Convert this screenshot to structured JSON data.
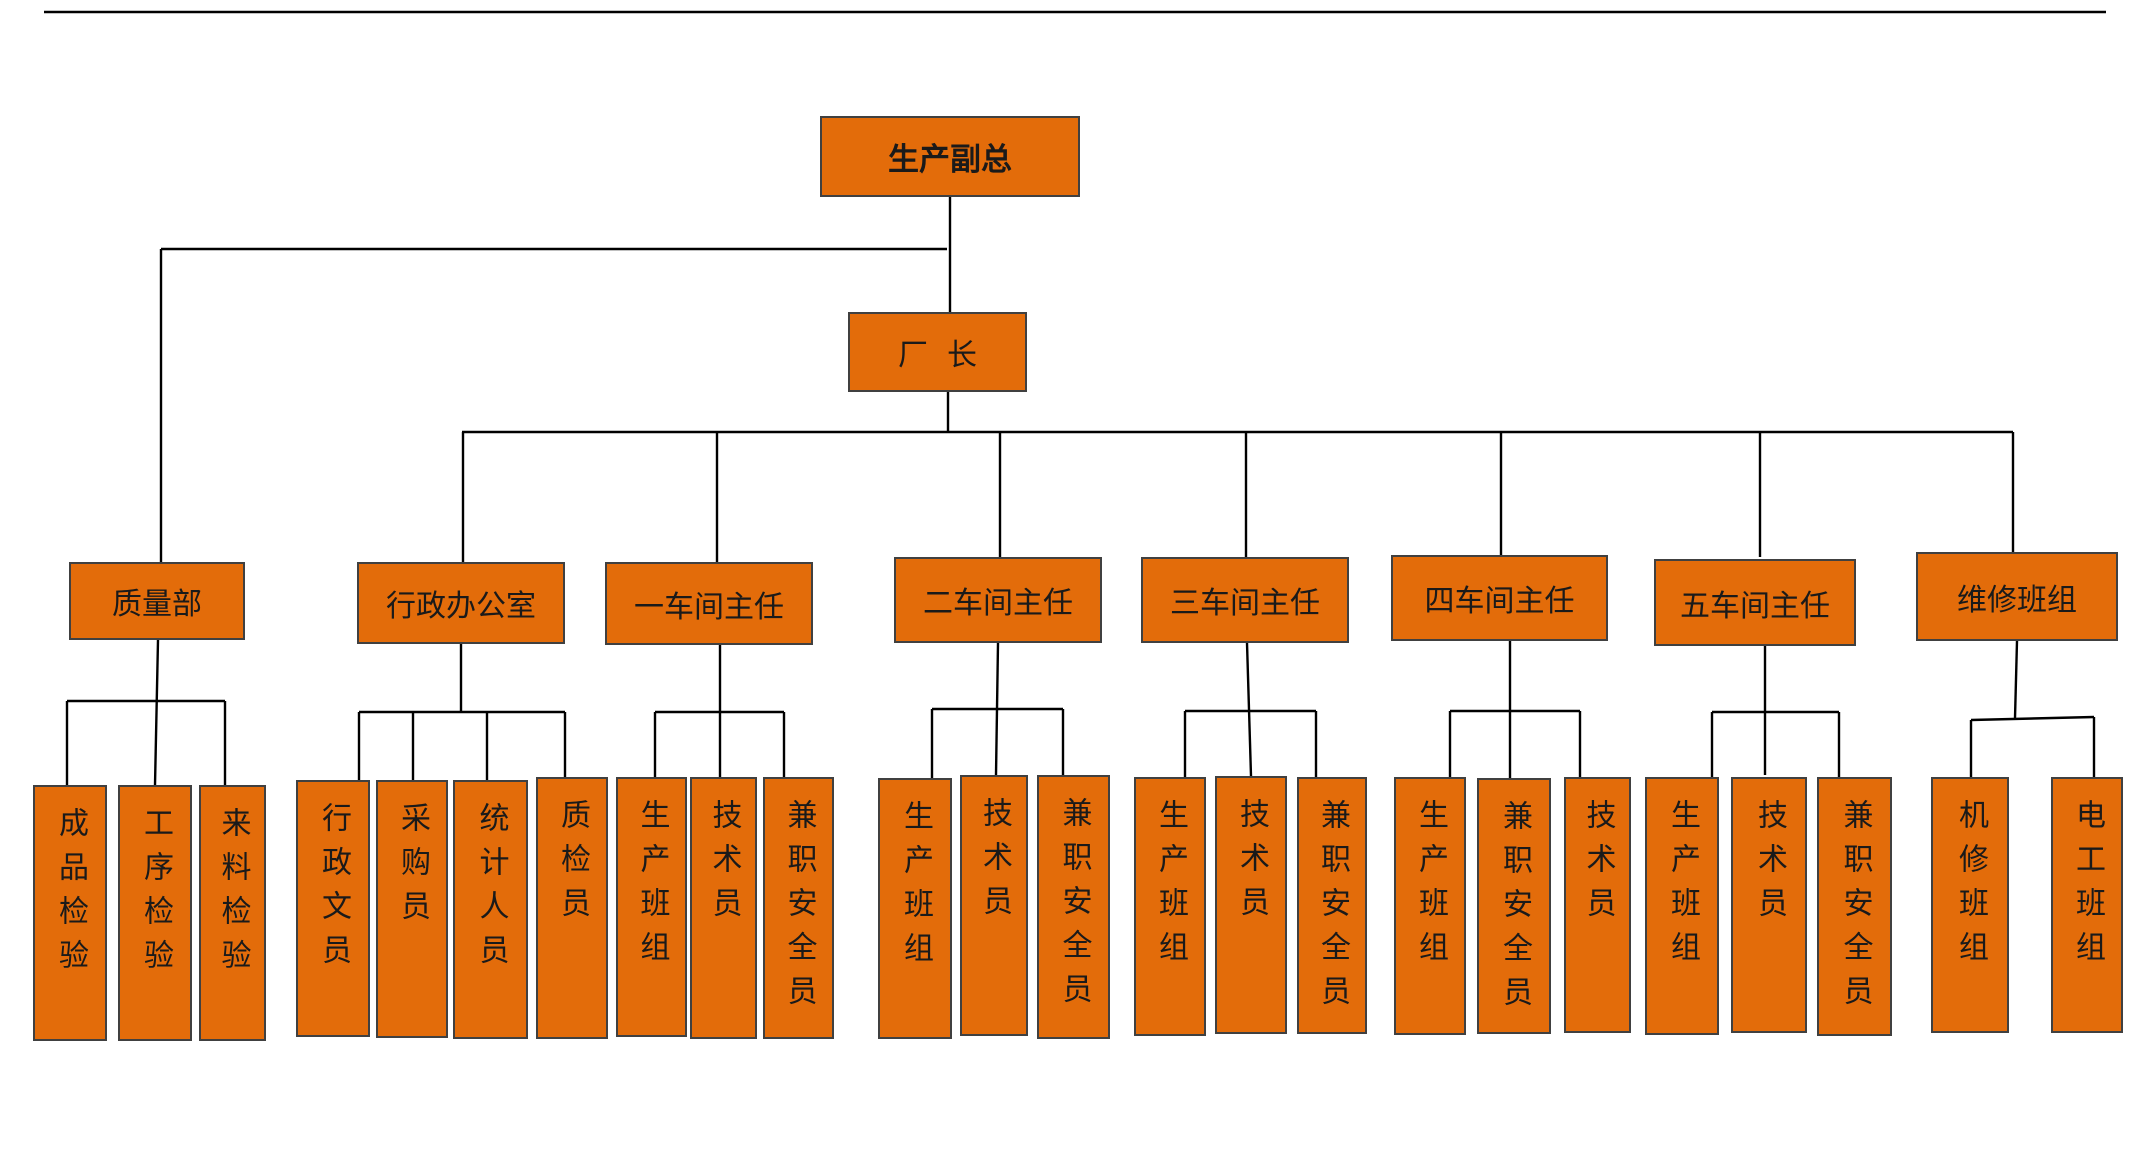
{
  "colors": {
    "box_fill": "#e36c0a",
    "box_border": "#404040",
    "line": "#000000"
  },
  "org": {
    "top": "生产副总",
    "manager": "厂  长",
    "quality": {
      "title": "质量部",
      "children": [
        "成品检验",
        "工序检验",
        "来料检验"
      ]
    },
    "units": [
      {
        "title": "行政办公室",
        "children": [
          "行政文员",
          "采购员",
          "统计人员",
          "质检员"
        ]
      },
      {
        "title": "一车间主任",
        "children": [
          "生产班组",
          "技术员",
          "兼职安全员"
        ]
      },
      {
        "title": "二车间主任",
        "children": [
          "生产班组",
          "技术员",
          "兼职安全员"
        ]
      },
      {
        "title": "三车间主任",
        "children": [
          "生产班组",
          "技术员",
          "兼职安全员"
        ]
      },
      {
        "title": "四车间主任",
        "children": [
          "生产班组",
          "兼职安全员",
          "技术员"
        ]
      },
      {
        "title": "五车间主任",
        "children": [
          "生产班组",
          "技术员",
          "兼职安全员"
        ]
      },
      {
        "title": "维修班组",
        "children": [
          "机修班组",
          "电工班组"
        ]
      }
    ]
  }
}
